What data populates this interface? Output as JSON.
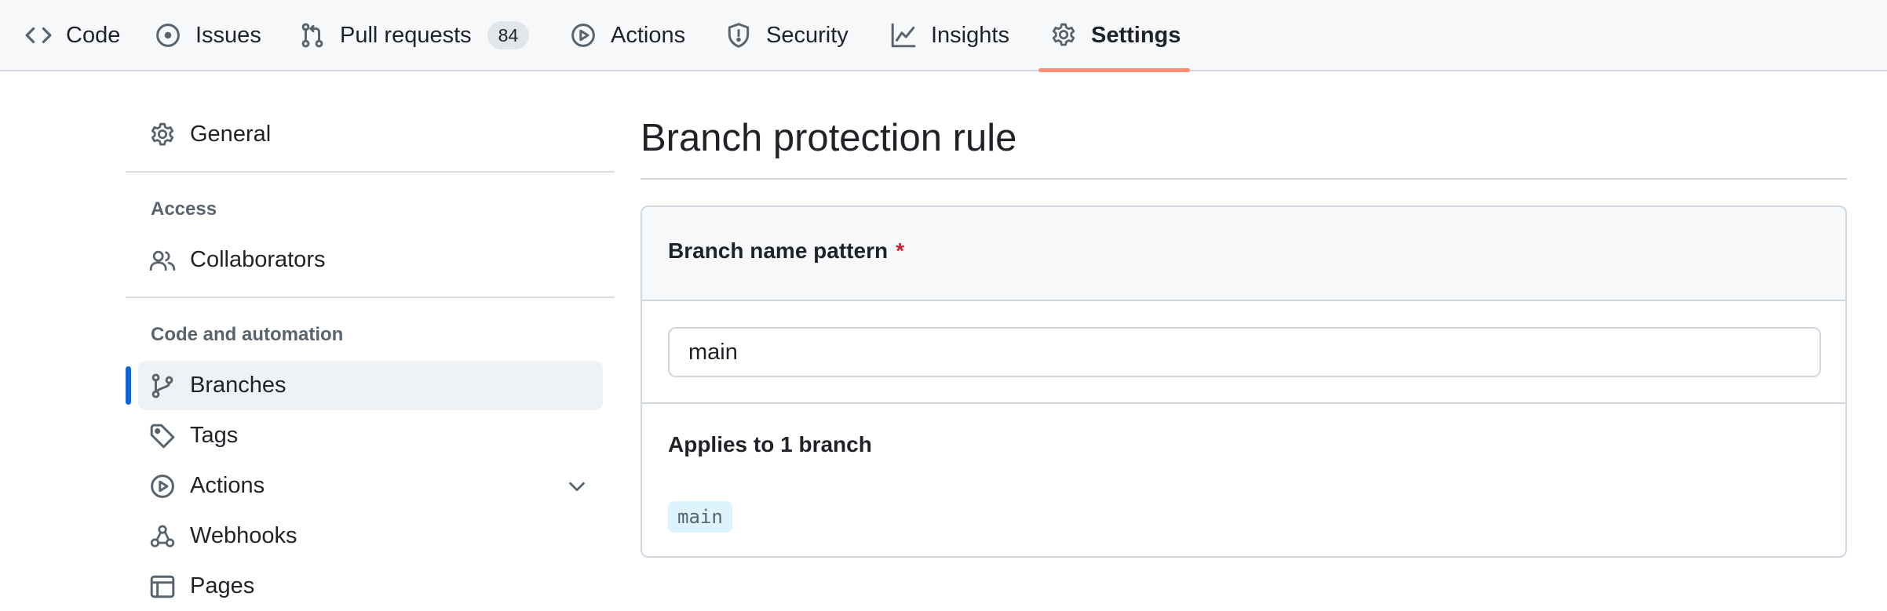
{
  "repo_nav": {
    "tabs": [
      {
        "label": "Code",
        "icon": "code-icon"
      },
      {
        "label": "Issues",
        "icon": "issue-opened-icon"
      },
      {
        "label": "Pull requests",
        "icon": "git-pull-request-icon",
        "counter": "84"
      },
      {
        "label": "Actions",
        "icon": "play-icon"
      },
      {
        "label": "Security",
        "icon": "shield-icon"
      },
      {
        "label": "Insights",
        "icon": "graph-icon"
      },
      {
        "label": "Settings",
        "icon": "gear-icon",
        "selected": true
      }
    ],
    "selected_underline_color": "#fd8c73"
  },
  "sidebar": {
    "general": "General",
    "access_heading": "Access",
    "collaborators": "Collaborators",
    "code_automation_heading": "Code and automation",
    "items": [
      {
        "label": "Branches",
        "icon": "git-branch-icon",
        "active": true
      },
      {
        "label": "Tags",
        "icon": "tag-icon"
      },
      {
        "label": "Actions",
        "icon": "play-icon",
        "expandable": true
      },
      {
        "label": "Webhooks",
        "icon": "webhook-icon"
      },
      {
        "label": "Pages",
        "icon": "browser-icon"
      }
    ],
    "active_indicator_color": "#0969da"
  },
  "main": {
    "title": "Branch protection rule",
    "pattern_label": "Branch name pattern",
    "required_mark": "*",
    "pattern_value": "main",
    "applies_to": "Applies to 1 branch",
    "matched_branches": [
      "main"
    ]
  }
}
